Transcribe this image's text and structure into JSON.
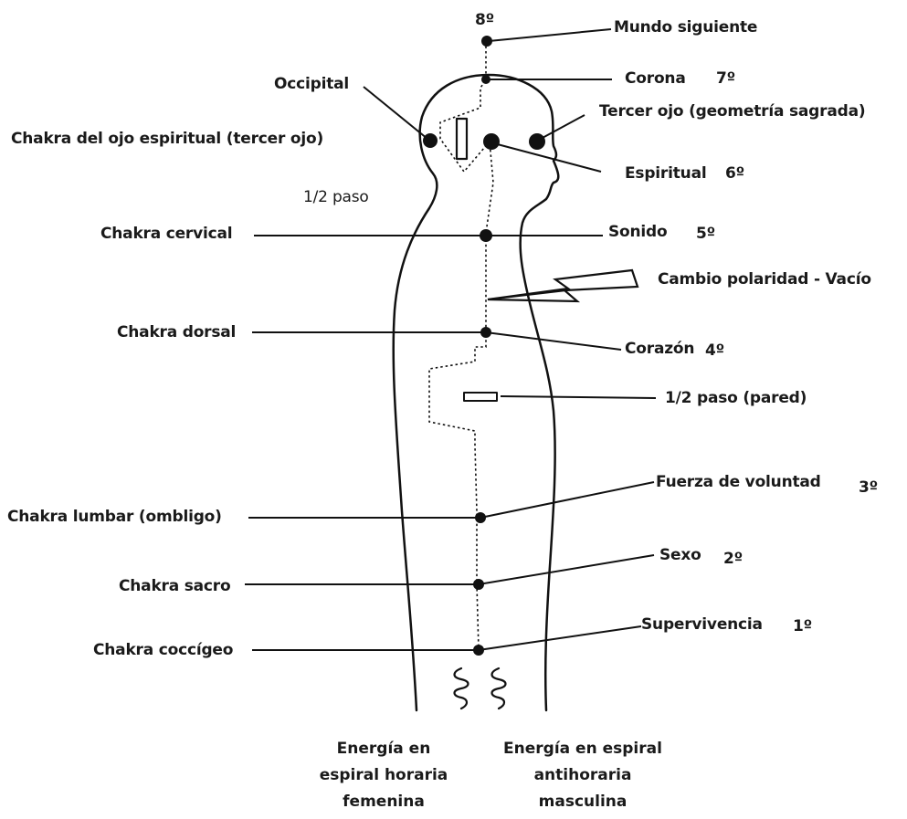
{
  "labels": {
    "mundo": "Mundo siguiente",
    "num_8": "8º",
    "corona": "Corona",
    "num_7": "7º",
    "occipital": "Occipital",
    "tercer_ojo": "Tercer ojo (geometría sagrada)",
    "chakra_ojo": "Chakra del ojo espiritual (tercer ojo)",
    "espiritual": "Espiritual",
    "num_6": "6º",
    "medio_paso": "1/2 paso",
    "cervical": "Chakra cervical",
    "sonido": "Sonido",
    "num_5": "5º",
    "polaridad": "Cambio polaridad - Vacío",
    "dorsal": "Chakra dorsal",
    "corazon": "Corazón",
    "num_4": "4º",
    "medio_paso_pared": "1/2 paso (pared)",
    "voluntad": "Fuerza de voluntad",
    "num_3": "3º",
    "lumbar": "Chakra lumbar (ombligo)",
    "sexo": "Sexo",
    "num_2": "2º",
    "sacro": "Chakra sacro",
    "supervivencia": "Supervivencia",
    "num_1": "1º",
    "coccigeo": "Chakra coccígeo"
  },
  "captions": {
    "femenina": [
      "Energía en",
      "espiral horaria",
      "femenina"
    ],
    "masculina": [
      "Energía en espiral",
      "antihoraria",
      "masculina"
    ]
  }
}
